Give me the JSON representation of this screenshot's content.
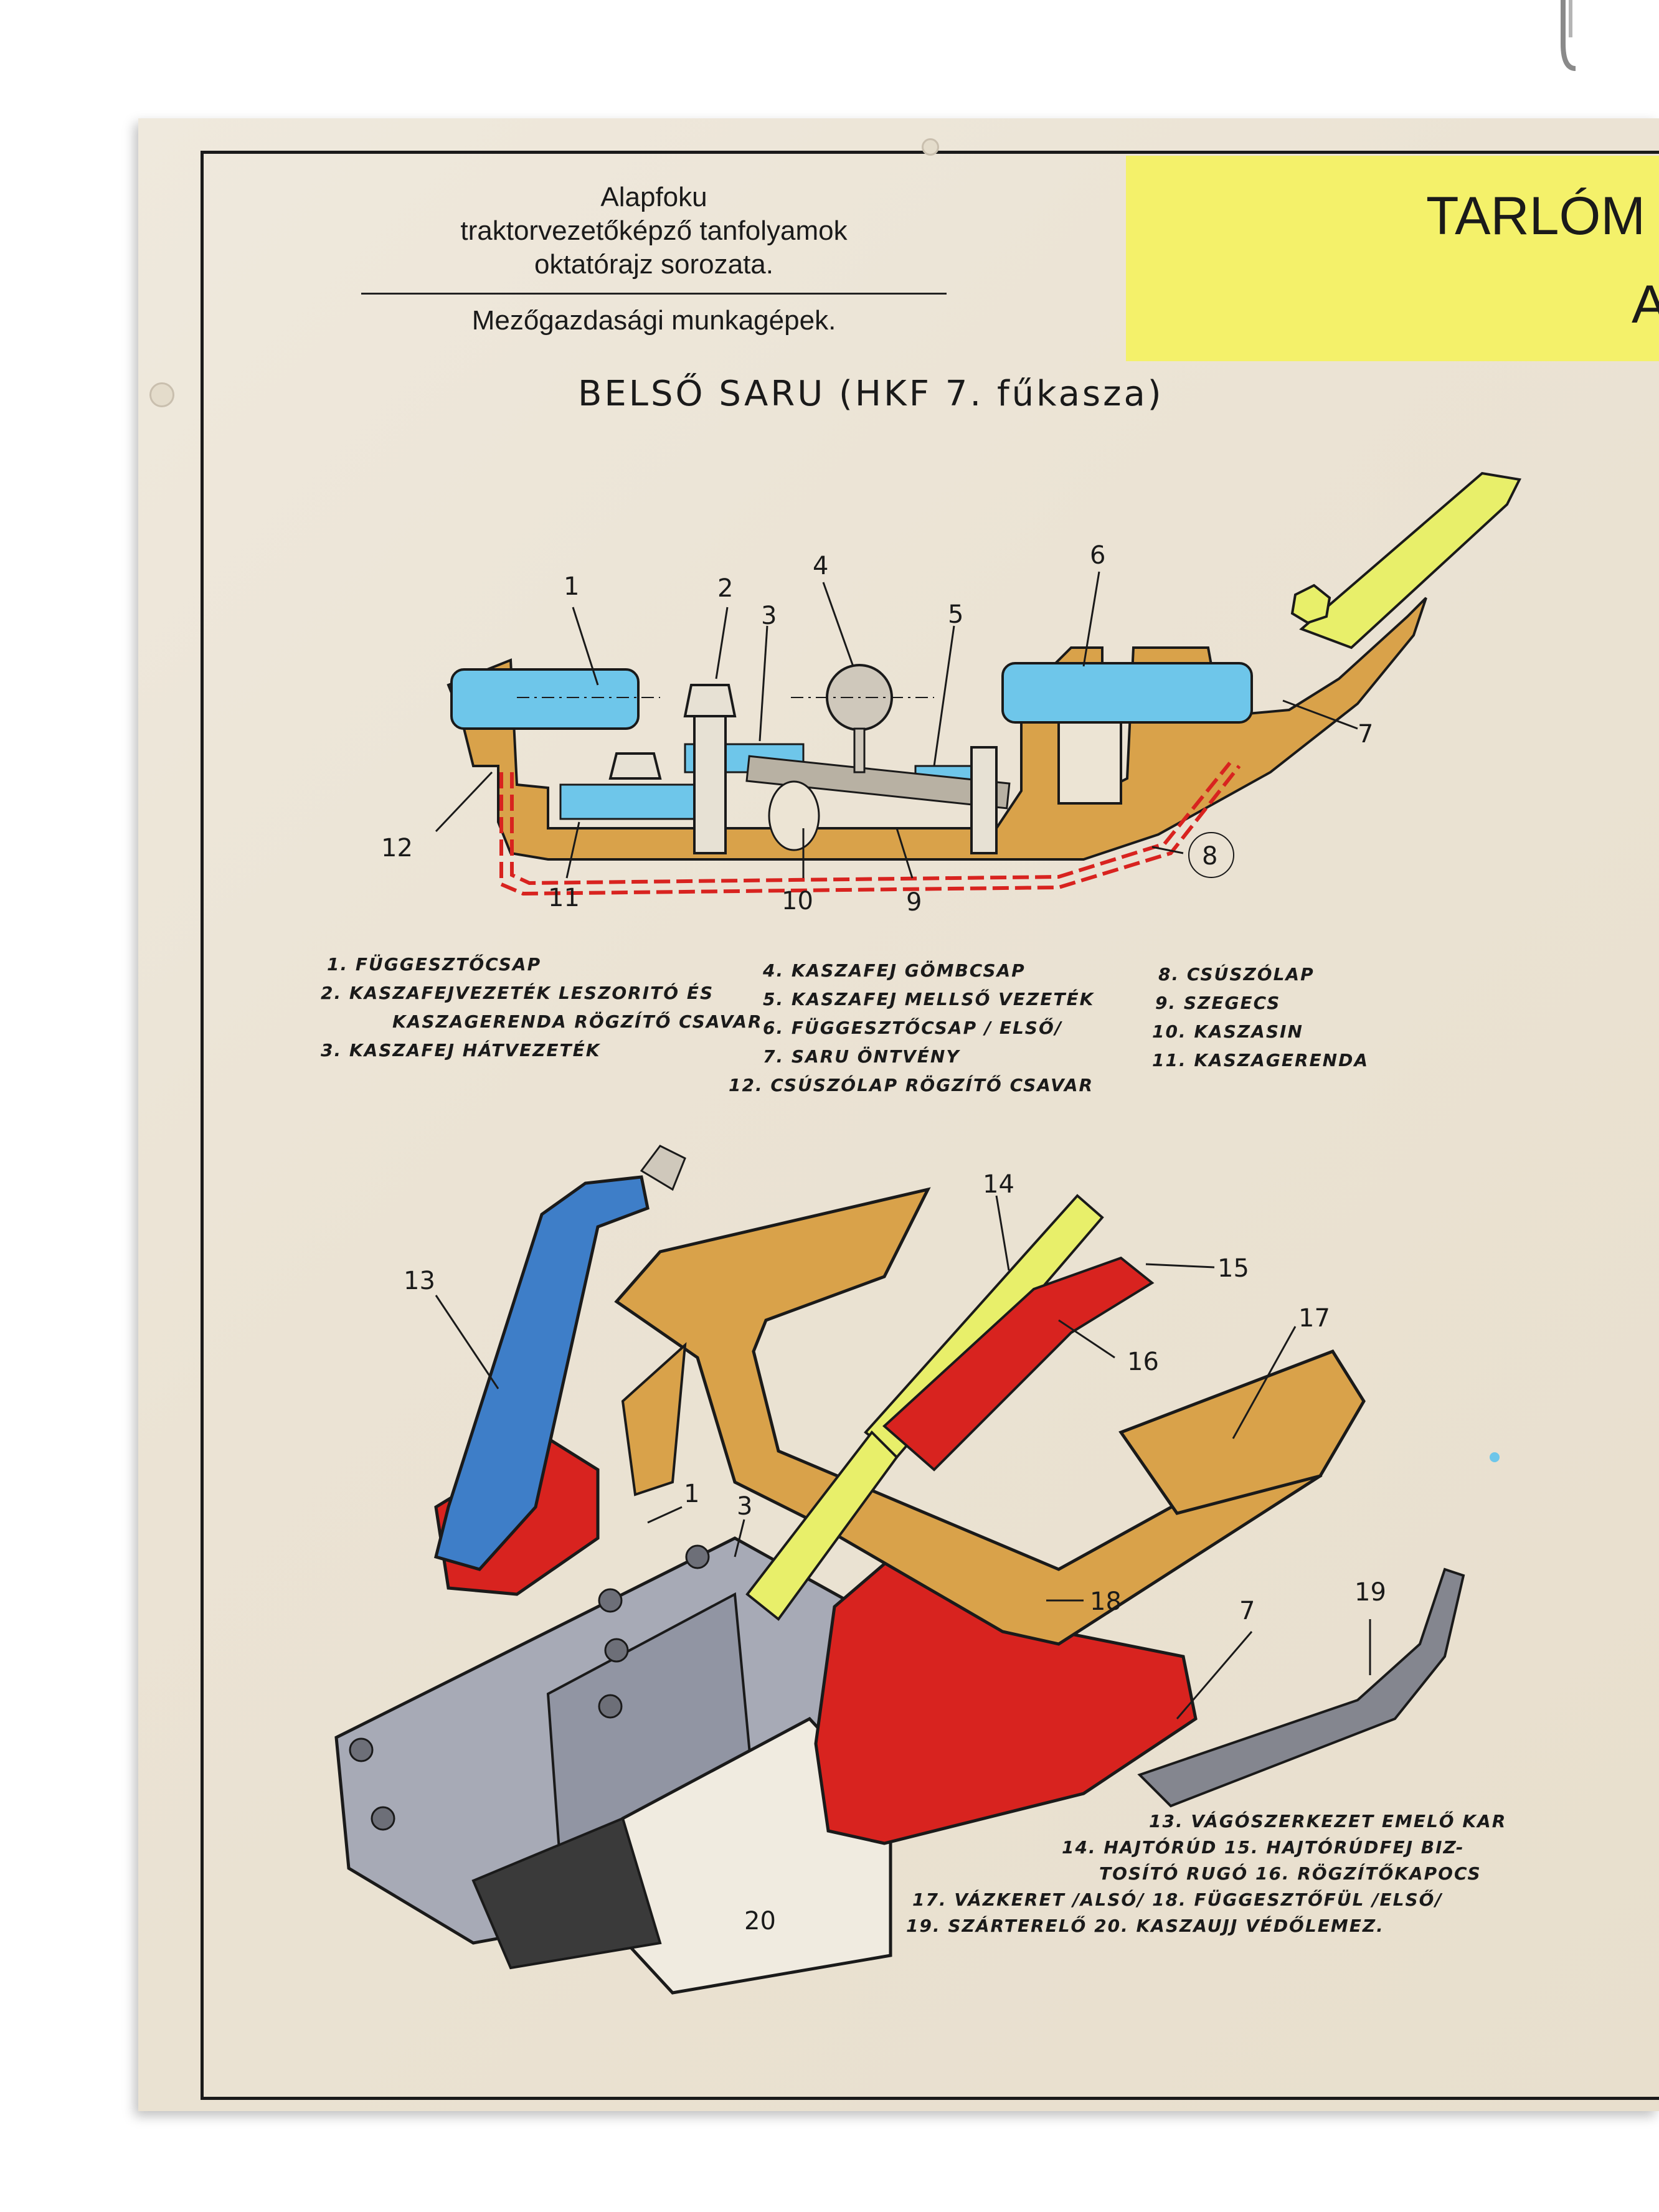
{
  "header": {
    "line1": "Alapfoku",
    "line2": "traktorvezetőképző tanfolyamok",
    "line3": "oktatórajz sorozata.",
    "line4": "Mezőgazdasági munkagépek."
  },
  "title": {
    "line1": "TARLÓM",
    "line2": "A"
  },
  "diagram1": {
    "title": "BELSŐ SARU (HKF 7. fűkasza)",
    "callouts": [
      "1",
      "2",
      "3",
      "4",
      "5",
      "6",
      "7",
      "8",
      "9",
      "10",
      "11",
      "12"
    ],
    "legend": {
      "col1": [
        "1. FÜGGESZTŐCSAP",
        "2. KASZAFEJVEZETÉK LESZORITÓ ÉS",
        "KASZAGERENDA RÖGZÍTŐ CSAVAR",
        "3. KASZAFEJ HÁTVEZETÉK"
      ],
      "col2": [
        "4. KASZAFEJ GÖMBCSAP",
        "5. KASZAFEJ MELLSŐ VEZETÉK",
        "6. FÜGGESZTŐCSAP / ELSŐ/",
        "7. SARU ÖNTVÉNY",
        "12. CSÚSZÓLAP RÖGZÍTŐ CSAVAR"
      ],
      "col3": [
        "8. CSÚSZÓLAP",
        "9. SZEGECS",
        "10. KASZASIN",
        "11. KASZAGERENDA"
      ]
    }
  },
  "diagram2": {
    "callouts": [
      "13",
      "14",
      "15",
      "16",
      "17",
      "1",
      "3",
      "18",
      "7",
      "19",
      "20"
    ],
    "legend": [
      "13. VÁGÓSZERKEZET EMELŐ KAR",
      "14. HAJTÓRÚD   15. HAJTÓRÚDFEJ BIZ-",
      "TOSÍTÓ RUGÓ   16. RÖGZÍTŐKAPOCS",
      "17. VÁZKERET /ALSÓ/   18. FÜGGESZTŐFÜL /ELSŐ/",
      "19. SZÁRTERELŐ   20. KASZAUJJ VÉDŐLEMEZ."
    ]
  },
  "colors": {
    "tan": "#d9a24a",
    "blue": "#6ec6ea",
    "red": "#d8231f",
    "yellow": "#e8ef6a",
    "grey": "#a7aab6",
    "navy": "#3e7ec8",
    "highlight": "#f4f16a"
  }
}
